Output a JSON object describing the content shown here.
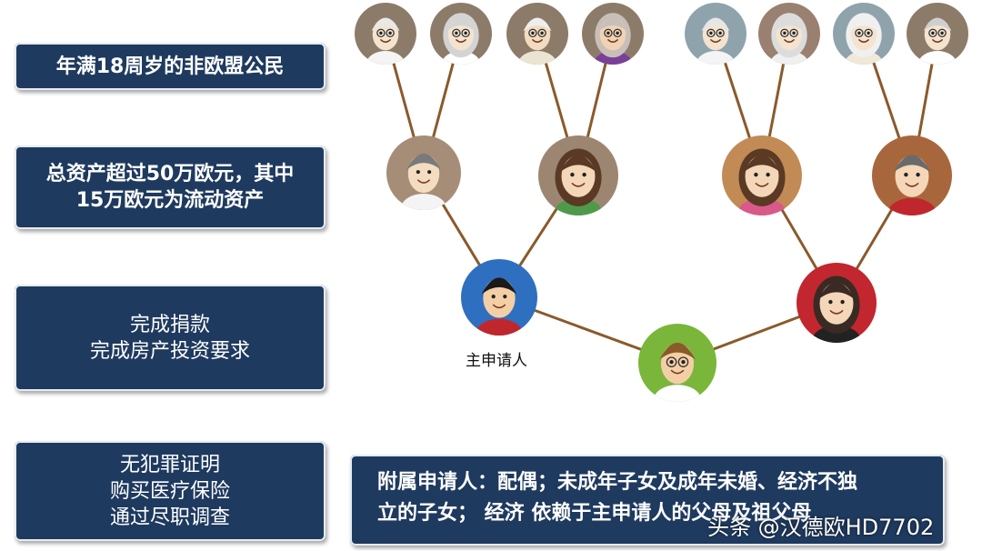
{
  "requirements": [
    {
      "lines": [
        "年满18周岁的非欧盟公民"
      ]
    },
    {
      "lines": [
        "总资产超过50万欧元，其中",
        "15万欧元为流动资产"
      ]
    },
    {
      "lines": [
        "完成捐款",
        "完成房产投资要求"
      ]
    },
    {
      "lines": [
        "无犯罪证明",
        "购买医疗保险",
        "通过尽职调查"
      ]
    }
  ],
  "tree": {
    "applicant_label": "主申请人",
    "colors": {
      "line": "#8a5a2b",
      "grandparent_bg": [
        "#8d7b6a",
        "#8d7b6a",
        "#8d7b6a",
        "#8d7b6a",
        "#8fa3ad",
        "#9a8070",
        "#8fa3ad",
        "#8d7b6a"
      ],
      "parent_bg": [
        "#a68d78",
        "#9c8672",
        "#c28a55",
        "#a8663c"
      ],
      "main_applicant_bg": "#2f6fc0",
      "spouse_bg": "#c2262e",
      "child_bg": "#7ab63a"
    },
    "icons": [
      "grandfather-avatar-icon",
      "grandmother-avatar-icon",
      "father-avatar-icon",
      "mother-avatar-icon",
      "main-applicant-avatar-icon",
      "spouse-avatar-icon",
      "child-avatar-icon"
    ]
  },
  "dependents_note": {
    "line1": "附属申请人：配偶；未成年子女及成年未婚、经济不独",
    "line2": "立的子女； 经济 依赖于主申请人的父母及祖父母"
  },
  "watermark": "头条 @汉德欧HD7702"
}
